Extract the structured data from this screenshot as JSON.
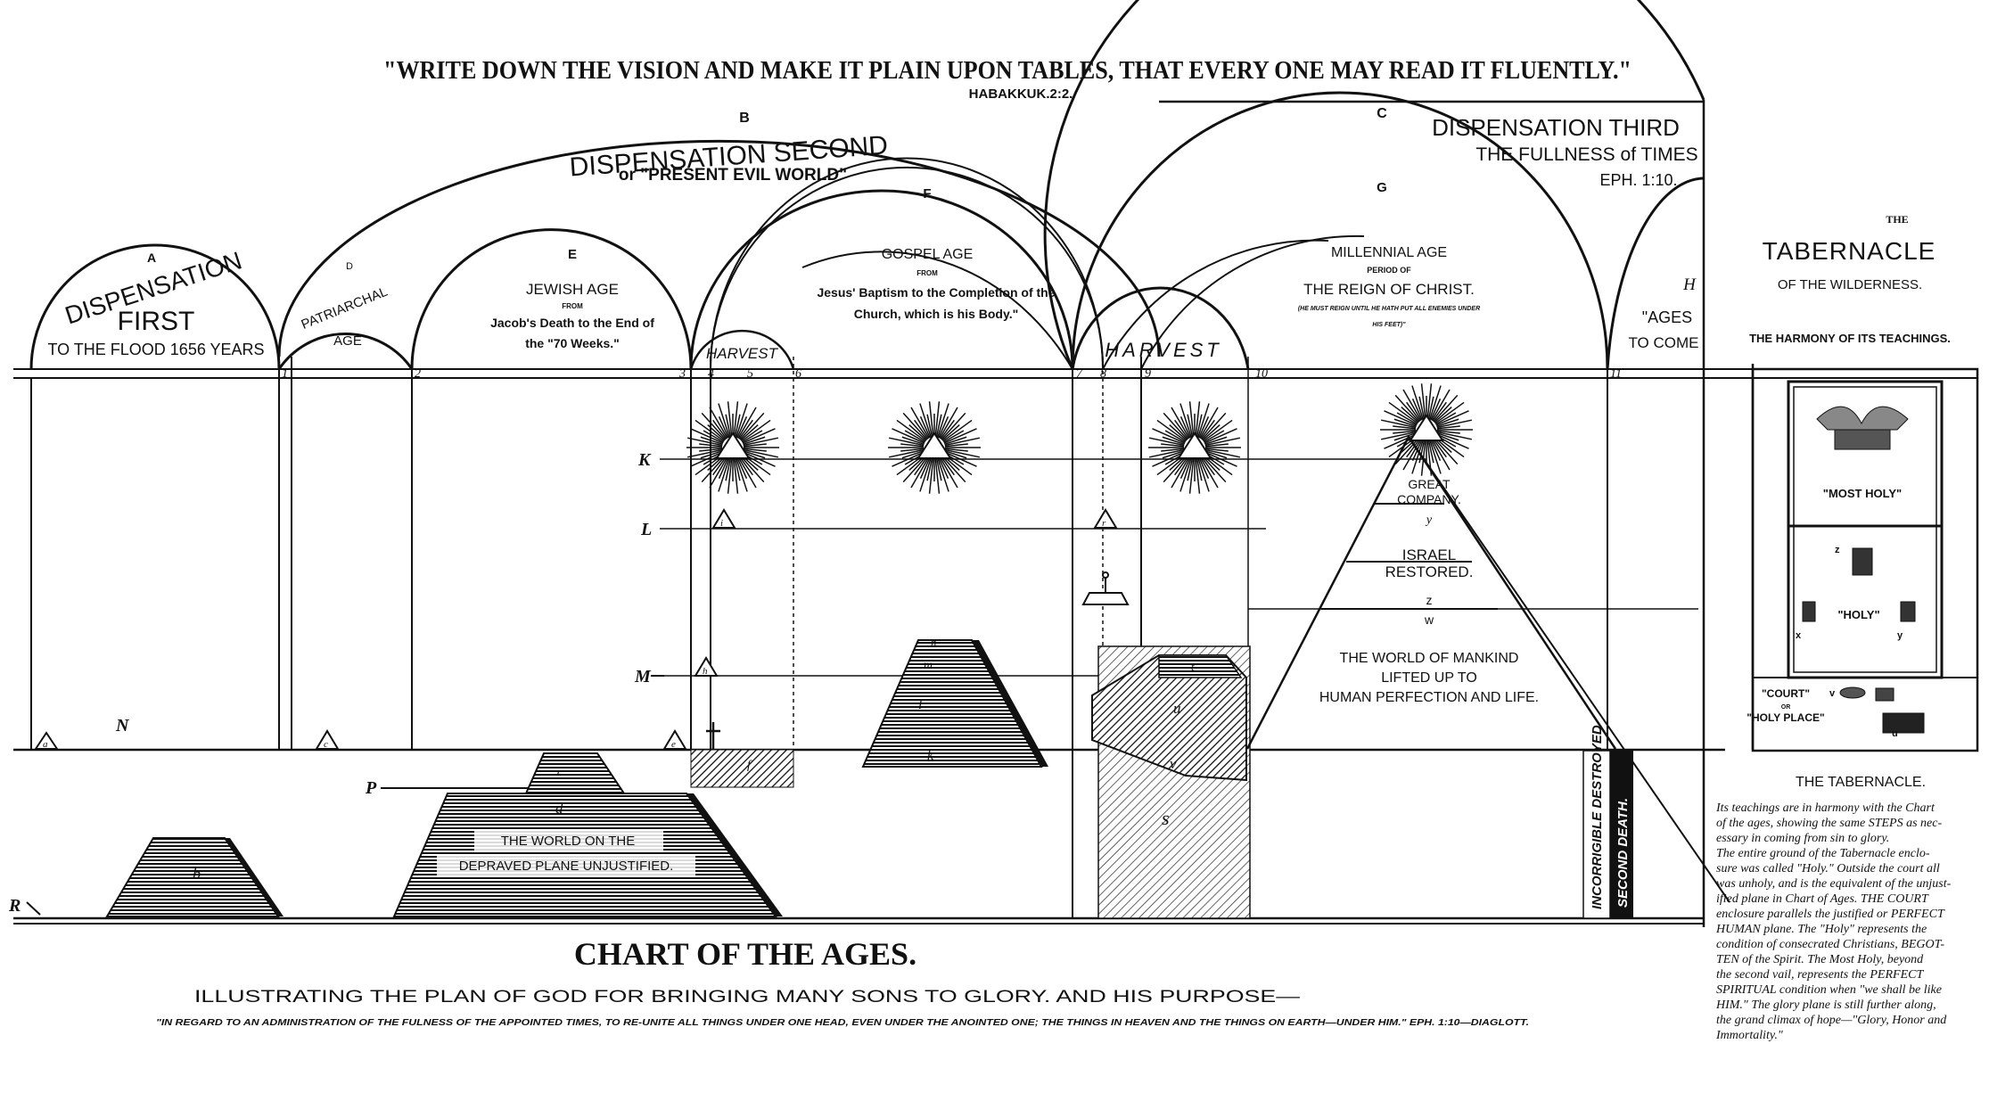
{
  "header": {
    "quote": "\"WRITE DOWN THE VISION AND MAKE IT PLAIN UPON TABLES, THAT EVERY ONE MAY READ IT FLUENTLY.\"",
    "reference": "HABAKKUK.2:2."
  },
  "dispensations": {
    "first": {
      "letter": "A",
      "title": "DISPENSATION",
      "name": "FIRST",
      "sub": "TO THE FLOOD 1656 YEARS"
    },
    "second": {
      "letter": "B",
      "title": "DISPENSATION SECOND",
      "sub": "or \"PRESENT EVIL WORLD\""
    },
    "third": {
      "letter": "C",
      "title": "DISPENSATION THIRD",
      "sub": "THE FULLNESS of TIMES",
      "ref": "EPH. 1:10."
    }
  },
  "ages": {
    "patriarchal": {
      "letter": "D",
      "title": "PATRIARCHAL",
      "sub": "AGE"
    },
    "jewish": {
      "letter": "E",
      "title": "JEWISH AGE",
      "line1": "FROM",
      "line2": "Jacob's Death to the End of",
      "line3": "the \"70 Weeks.\""
    },
    "gospel": {
      "letter": "F",
      "title": "GOSPEL AGE",
      "line1": "FROM",
      "line2": "Jesus' Baptism to the Completion of the",
      "line3": "Church, which is his Body.\""
    },
    "millennial": {
      "letter": "G",
      "title": "MILLENNIAL AGE",
      "line1": "PERIOD OF",
      "line2": "THE REIGN OF CHRIST.",
      "line3": "(HE MUST REIGN UNTIL HE HATH PUT ALL ENEMIES UNDER",
      "line4": "HIS FEET)\""
    },
    "to_come": {
      "letter": "H",
      "title": "\"AGES",
      "sub": "TO COME"
    },
    "harvest_1": "HARVEST",
    "harvest_2": "HARVEST"
  },
  "period_numbers": [
    "1",
    "2",
    "3",
    "4",
    "5",
    "6",
    "7",
    "8",
    "9",
    "10",
    "11"
  ],
  "planes": {
    "K": "K",
    "L": "L",
    "M": "M",
    "N": "N",
    "P": "P",
    "R": "R"
  },
  "pyramid_labels": {
    "a": "a",
    "b": "b",
    "c": "c",
    "d": "d",
    "e": "e",
    "f": "f",
    "g": "g",
    "h": "h",
    "i": "i",
    "k": "k",
    "l": "l",
    "m": "m",
    "n": "n",
    "p": "p",
    "q": "q",
    "r": "r",
    "s": "s",
    "t": "t",
    "u": "u",
    "v": "v",
    "w": "w",
    "x": "x",
    "y": "y",
    "z": "z"
  },
  "pyramid_text": {
    "great_company_1": "GREAT",
    "great_company_2": "COMPANY.",
    "israel_1": "ISRAEL",
    "israel_2": "RESTORED.",
    "world_1": "THE WORLD OF MANKIND",
    "world_2": "LIFTED UP TO",
    "world_3": "HUMAN PERFECTION AND LIFE.",
    "depraved_1": "THE WORLD ON THE",
    "depraved_2": "DEPRAVED PLANE UNJUSTIFIED."
  },
  "death_labels": {
    "incorrigible": "INCORRIGIBLE DESTROYED",
    "second_death": "SECOND DEATH."
  },
  "tabernacle": {
    "the": "THE",
    "title": "TABERNACLE",
    "of": "OF THE WILDERNESS.",
    "harmony": "THE HARMONY OF ITS TEACHINGS.",
    "most_holy": "\"MOST HOLY\"",
    "holy": "\"HOLY\"",
    "court": "\"COURT\"",
    "or": "OR",
    "holy_place": "\"HOLY PLACE\"",
    "section_title": "THE TABERNACLE.",
    "para": [
      "Its teachings are in harmony with the Chart",
      "of the ages, showing the same STEPS as nec-",
      "essary in coming from sin to glory.",
      "The entire ground of the Tabernacle enclo-",
      "sure was called \"Holy.\" Outside the court all",
      "was unholy, and is the equivalent of the unjust-",
      "ified plane in Chart of Ages. THE COURT",
      "enclosure parallels the justified or PERFECT",
      "HUMAN plane. The \"Holy\" represents the",
      "condition of consecrated Christians, BEGOT-",
      "TEN of the Spirit. The Most Holy, beyond",
      "the second vail, represents the PERFECT",
      "SPIRITUAL condition when \"we shall be like",
      "HIM.\" The glory plane is still further along,",
      "the grand climax of hope—\"Glory, Honor and",
      "Immortality.\""
    ]
  },
  "footer": {
    "title": "CHART OF THE AGES.",
    "subtitle": "ILLUSTRATING THE PLAN OF GOD FOR BRINGING MANY SONS TO GLORY. AND HIS PURPOSE—",
    "note": "\"IN REGARD TO AN ADMINISTRATION OF THE FULNESS OF THE APPOINTED TIMES, TO RE-UNITE ALL THINGS UNDER ONE HEAD, EVEN UNDER THE ANOINTED ONE; THE THINGS IN HEAVEN AND THE THINGS ON EARTH—UNDER HIM.\" EPH. 1:10—DIAGLOTT."
  }
}
